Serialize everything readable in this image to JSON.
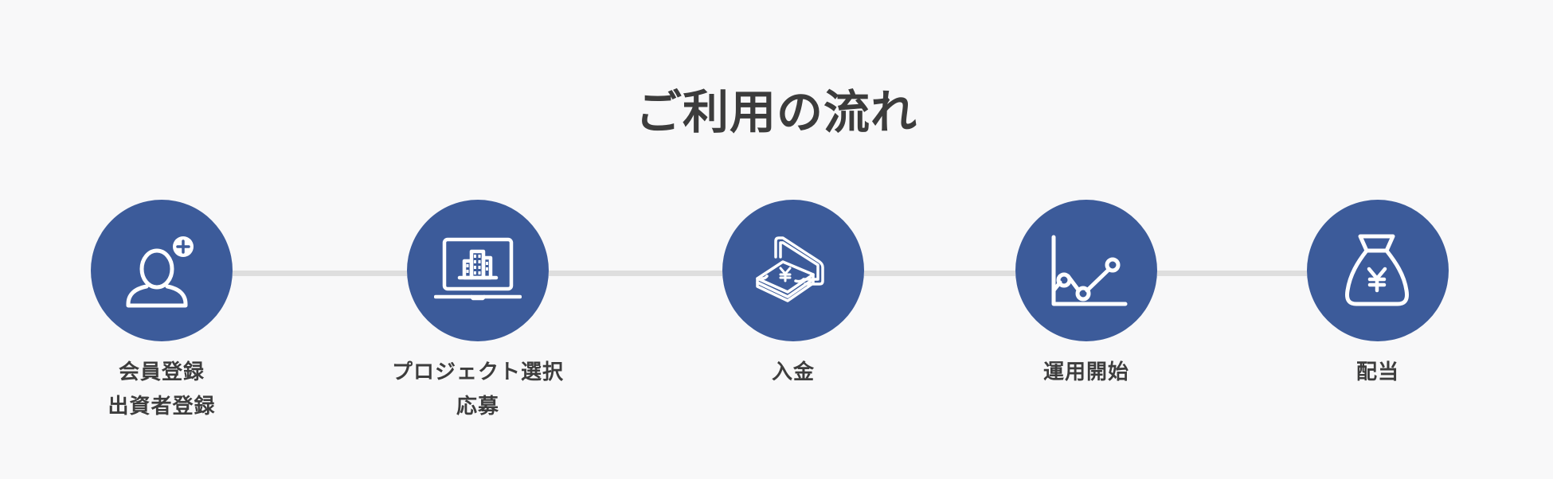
{
  "title": "ご利用の流れ",
  "colors": {
    "background": "#f8f8f9",
    "circle": "#3c5b9a",
    "icon": "#ffffff",
    "connector": "#dedede",
    "text": "#3d3d3d"
  },
  "steps": [
    {
      "icon": "user-add-icon",
      "lines": [
        "会員登録",
        "出資者登録"
      ]
    },
    {
      "icon": "laptop-buildings-icon",
      "lines": [
        "プロジェクト選択",
        "応募"
      ]
    },
    {
      "icon": "yen-deposit-icon",
      "lines": [
        "入金"
      ]
    },
    {
      "icon": "line-chart-icon",
      "lines": [
        "運用開始"
      ]
    },
    {
      "icon": "yen-money-bag-icon",
      "lines": [
        "配当"
      ]
    }
  ]
}
